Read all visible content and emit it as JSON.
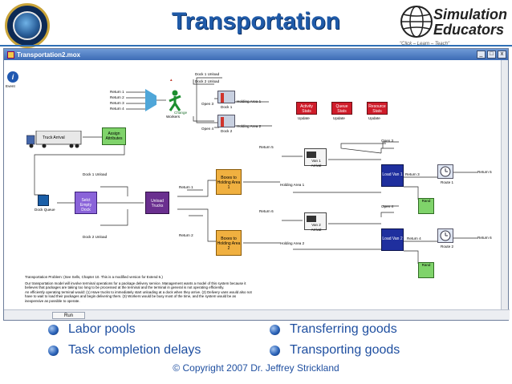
{
  "header": {
    "title": "Transportation",
    "logo_left_text": "MISSILE DEFENSE AGENCY",
    "logo_right_line1": "Simulation",
    "logo_right_line2": "Educators",
    "logo_right_tagline": "\"Click – Learn – Teach\""
  },
  "window": {
    "title": "Transportation2.mox",
    "minimize": "_",
    "maximize": "□",
    "close": "x",
    "run_tab": "Run"
  },
  "model": {
    "event_label": "Event",
    "return_inputs": [
      "Return 1",
      "Return 2",
      "Return 3",
      "Return 4"
    ],
    "workers": "Workers",
    "release_label": "Change",
    "dock1_unload": "Dock 1 Unload",
    "dock2_unload": "Dock 2 Unload",
    "open3": "Open 3",
    "open4": "Open 4",
    "holding_area_1": "Holding Area 1",
    "holding_area_2": "Holding Area 2",
    "dock1": "Dock 1",
    "dock2": "Dock 2",
    "activity_stats": "Activity Stats",
    "queue_stats": "Queue Stats",
    "resource_stats": "Resource Stats",
    "update": "Update",
    "truck_arrival": "Truck Arrival",
    "assign_attributes": "Assign Attributes",
    "dock_queue": "Dock Queue",
    "select_empty_dock": "Selct Empty Dock",
    "unload_trucks": "Unload Trucks",
    "boxes_to_holding_1": "Boxes to Holding Area 1",
    "boxes_to_holding_2": "Boxes to Holding Area 2",
    "return5": "Return 5",
    "return6": "Return 6",
    "van1_arrival": "Van 1 Arrival",
    "van2_arrival": "Van 2 Arrival",
    "load_van1": "Load Van 1",
    "load_van2": "Load Van 2",
    "return1_out": "Return 1",
    "return2_out": "Return 2",
    "return3_out": "Return 3",
    "return4_out": "Return 4",
    "return5_out": "Return 5",
    "return6_out": "Return 6",
    "route1": "Route 1",
    "route2": "Route 2",
    "rand": "Rand",
    "problem_title": "Transportation Problem: (See Sells, Chapter 10. This is a modified version for Extend 6.)",
    "problem_lines": [
      "Our transportation model will involve terminal operations for a package delivery service. Management wants a model of this system because it",
      "believes that packages are taking too long to be processed at the terminal and the terminal in general is not operating efficiently.",
      "An efficiently operating terminal would: (1) Have trucks to immediately start unloading at a dock when they arrive. (2) Delivery vans would also not",
      "have to wait to load their packages and begin delivering them. (3) Workers would be busy most of the time, and the system would be as",
      "inexpensive as possible to operate."
    ]
  },
  "bullets": {
    "left": [
      "Labor pools",
      "Task completion delays"
    ],
    "right": [
      "Transferring goods",
      "Transporting goods"
    ]
  },
  "footer": {
    "copyright": "© Copyright 2007 Dr. Jeffrey Strickland"
  },
  "colors": {
    "title_blue": "#1f5aa8",
    "block_purple": "#6a2f8f",
    "block_orange": "#f0b040",
    "block_green": "#7fd36a",
    "block_navy": "#1f2f9e",
    "stats_red": "#d01c2a"
  }
}
